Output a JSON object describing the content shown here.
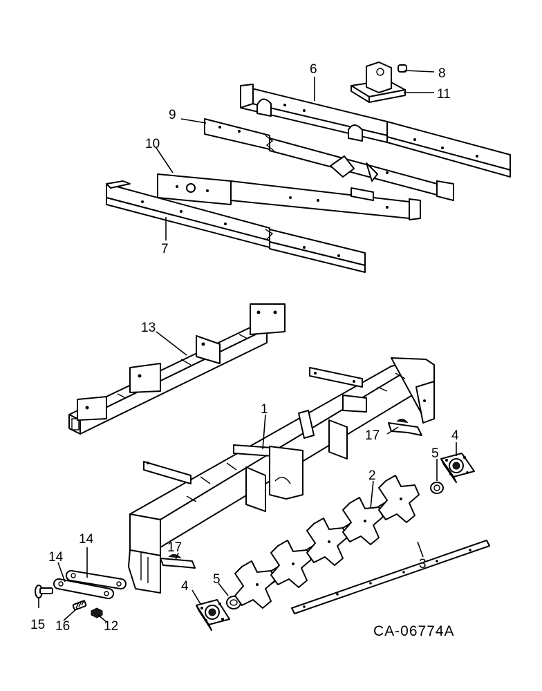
{
  "callouts": {
    "c1": "1",
    "c2": "2",
    "c3": "3",
    "c4a": "4",
    "c4b": "4",
    "c5a": "5",
    "c5b": "5",
    "c6": "6",
    "c7": "7",
    "c8": "8",
    "c9": "9",
    "c10": "10",
    "c11": "11",
    "c12": "12",
    "c13": "13",
    "c14a": "14",
    "c14b": "14",
    "c15": "15",
    "c16": "16",
    "c17a": "17",
    "c17b": "17"
  },
  "drawing_code": "CA-06774A"
}
